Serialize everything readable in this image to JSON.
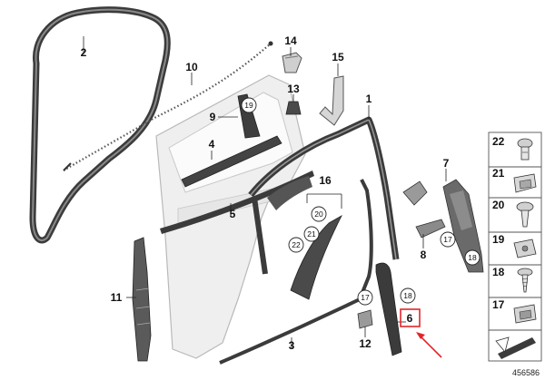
{
  "callouts": {
    "c1": "1",
    "c2": "2",
    "c3": "3",
    "c4": "4",
    "c5": "5",
    "c6": "6",
    "c7": "7",
    "c8": "8",
    "c9": "9",
    "c10": "10",
    "c11": "11",
    "c12": "12",
    "c13": "13",
    "c14": "14",
    "c15": "15",
    "c16": "16"
  },
  "circled": {
    "a19": "19",
    "a20": "20",
    "a21": "21",
    "a22": "22",
    "a17l": "17",
    "a18l": "18",
    "a17r": "17",
    "a18r": "18"
  },
  "legend": [
    {
      "num": "22",
      "icon": "push-clip-icon"
    },
    {
      "num": "21",
      "icon": "plastic-clip-icon"
    },
    {
      "num": "20",
      "icon": "mushroom-clip-icon"
    },
    {
      "num": "19",
      "icon": "square-nut-icon"
    },
    {
      "num": "18",
      "icon": "screw-icon"
    },
    {
      "num": "17",
      "icon": "clip-nut-icon"
    }
  ],
  "reference": "456586",
  "highlight": {
    "part": "6",
    "color": "#e0262b"
  },
  "colors": {
    "part_dark": "#3b3b3b",
    "part_mid": "#6a6a6a",
    "door_fill": "#efefef",
    "highlight": "#e0262b"
  }
}
